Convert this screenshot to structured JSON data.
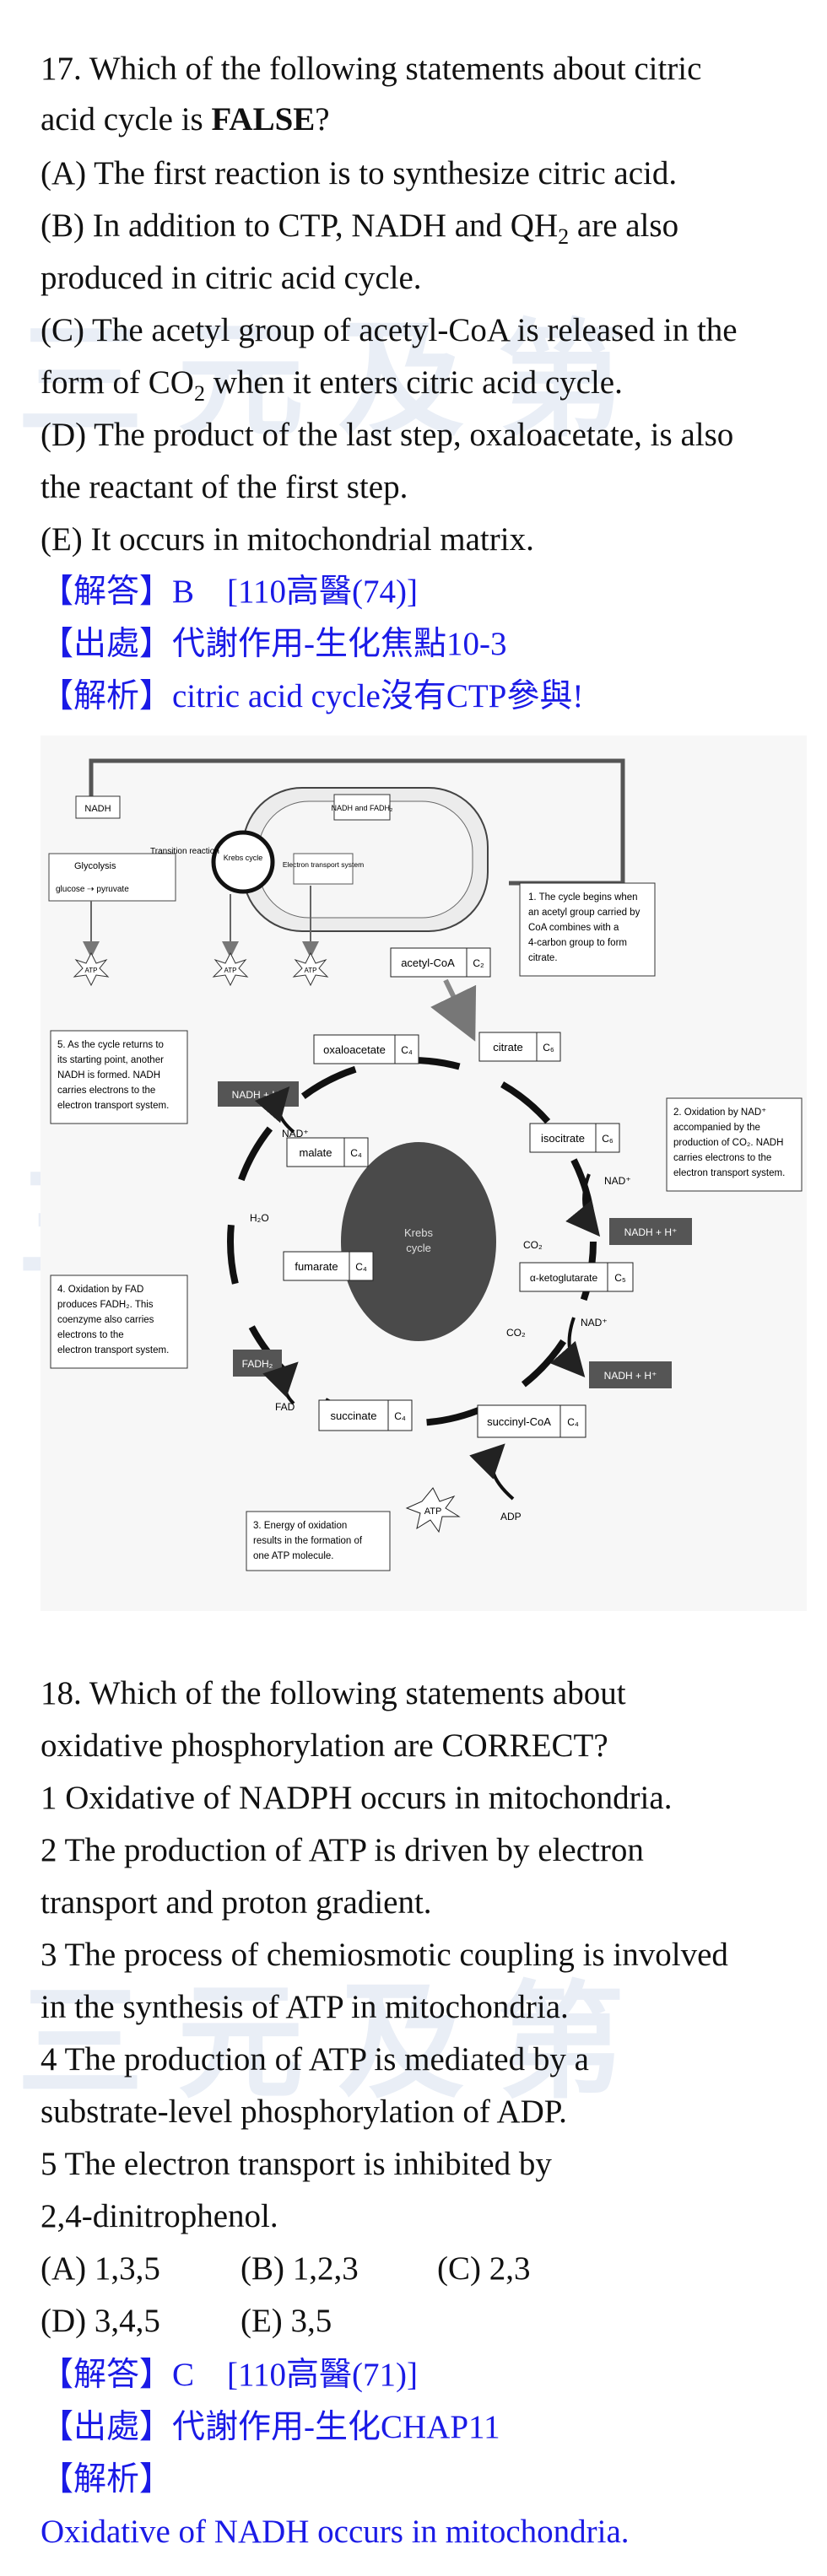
{
  "watermark": "三元及第",
  "q17": {
    "stem_l1": "17. Which of the following statements about citric",
    "stem_l2_pre": "acid cycle is ",
    "stem_l2_bold": "FALSE",
    "stem_l2_post": "?",
    "optA": "(A) The first reaction is to synthesize citric acid.",
    "optB_l1_pre": "(B) In addition to CTP, NADH and QH",
    "optB_l1_sub": "2",
    "optB_l1_post": " are also",
    "optB_l2": "produced in citric acid cycle.",
    "optC_l1": "(C) The acetyl group of acetyl-CoA is released in the",
    "optC_l2_pre": "form of CO",
    "optC_l2_sub": "2",
    "optC_l2_post": " when it enters citric acid cycle.",
    "optD_l1": "(D) The product of the last step, oxaloacetate, is also",
    "optD_l2": "the reactant of the first step.",
    "optE": "(E) It occurs in mitochondrial matrix.",
    "answer": "【解答】B　[110高醫(74)]",
    "source": "【出處】代謝作用-生化焦點10-3",
    "explain": "【解析】citric acid cycle沒有CTP參與!"
  },
  "figure": {
    "top_nadh": "NADH",
    "top_nadh_fadh": "NADH and FADH₂",
    "glycolysis": "Glycolysis",
    "glucose_pyruvate": "glucose ⇢ pyruvate",
    "transition": "Transition reaction",
    "krebs_small": "Krebs cycle",
    "ets": "Electron transport system",
    "atp": "ATP",
    "adp": "ADP",
    "note1": [
      "1. The cycle begins when",
      "an acetyl group carried by",
      "CoA combines with a",
      "4-carbon group to form",
      "citrate."
    ],
    "note2": [
      "2. Oxidation by NAD⁺",
      "accompanied by the",
      "production of CO₂. NADH",
      "carries electrons to the",
      "electron transport system."
    ],
    "note3": [
      "3. Energy of oxidation",
      "results in the formation of",
      "one ATP molecule."
    ],
    "note4": [
      "4. Oxidation by FAD",
      "produces FADH₂. This",
      "coenzyme also carries",
      "electrons to the",
      "electron transport system."
    ],
    "note5": [
      "5. As the cycle returns to",
      "its starting point, another",
      "NADH is formed. NADH",
      "carries electrons to the",
      "electron transport system."
    ],
    "center": [
      "Krebs",
      "cycle"
    ],
    "acetylcoa": "acetyl-CoA",
    "acetylcoa_c": "C₂",
    "citrate": "citrate",
    "citrate_c": "C₆",
    "isocitrate": "isocitrate",
    "isocitrate_c": "C₆",
    "akg": "α-ketoglutarate",
    "akg_c": "C₅",
    "succinylcoa": "succinyl-CoA",
    "succinylcoa_c": "C₄",
    "succinate": "succinate",
    "succinate_c": "C₄",
    "fumarate": "fumarate",
    "fumarate_c": "C₄",
    "malate": "malate",
    "malate_c": "C₄",
    "oxaloacetate": "oxaloacetate",
    "oxaloacetate_c": "C₄",
    "nad": "NAD⁺",
    "nadh_h": "NADH + H⁺",
    "co2": "CO₂",
    "fad": "FAD",
    "fadh2": "FADH₂",
    "h2o": "H₂O"
  },
  "q18": {
    "stem_l1": "18. Which of the following statements about",
    "stem_l2": "oxidative phosphorylation are CORRECT?",
    "s1": "1 Oxidative of NADPH occurs in mitochondria.",
    "s2_l1": "2 The production of ATP is driven by electron",
    "s2_l2": "transport and proton gradient.",
    "s3_l1": "3 The process of chemiosmotic coupling is involved",
    "s3_l2": "in the synthesis of ATP in mitochondria.",
    "s4_l1": "4 The production of ATP is mediated by a",
    "s4_l2": "substrate-level phosphorylation of ADP.",
    "s5_l1": "5 The electron transport is inhibited by",
    "s5_l2": "2,4-dinitrophenol.",
    "optA": "(A) 1,3,5",
    "optB": "(B) 1,2,3",
    "optC": "(C) 2,3",
    "optD": "(D) 3,4,5",
    "optE": "(E) 3,5",
    "answer": "【解答】C　[110高醫(71)]",
    "source": "【出處】代謝作用-生化CHAP11",
    "explain_label": "【解析】",
    "explain": "Oxidative of NADH occurs in mitochondria."
  }
}
